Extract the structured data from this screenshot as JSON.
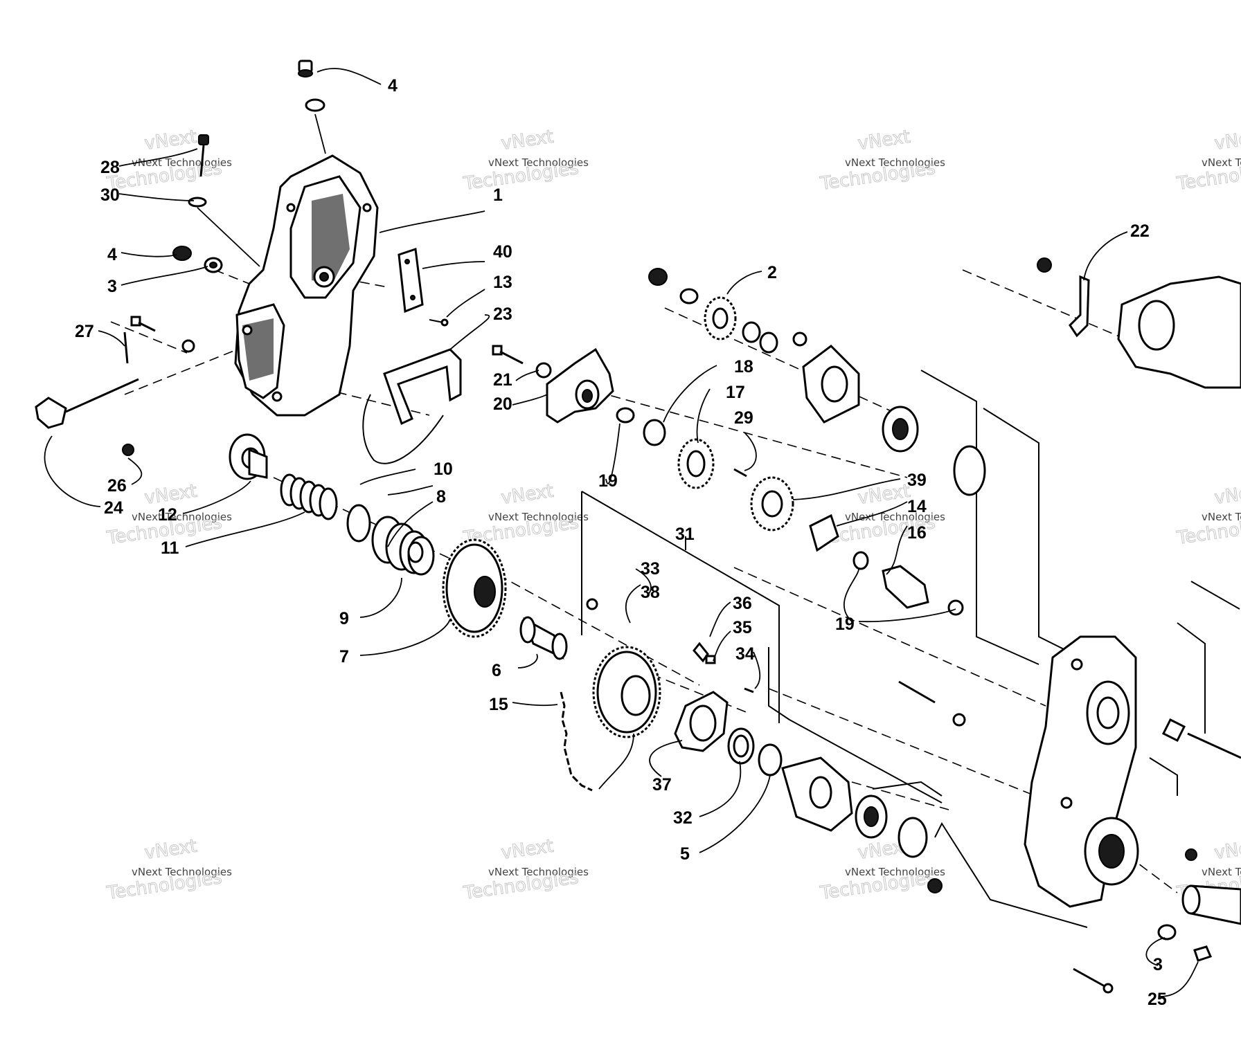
{
  "diagram": {
    "callouts": [
      "4",
      "28",
      "30",
      "1",
      "4",
      "3",
      "40",
      "13",
      "23",
      "27",
      "21",
      "20",
      "24",
      "26",
      "12",
      "11",
      "10",
      "8",
      "9",
      "7",
      "6",
      "15",
      "2",
      "18",
      "17",
      "29",
      "19",
      "39",
      "14",
      "16",
      "19",
      "31",
      "33",
      "38",
      "36",
      "35",
      "34",
      "37",
      "32",
      "5",
      "22",
      "3",
      "25"
    ],
    "watermark": {
      "line1": "vNext",
      "line2": "vNext Technologies",
      "line3": "Technologies"
    }
  }
}
